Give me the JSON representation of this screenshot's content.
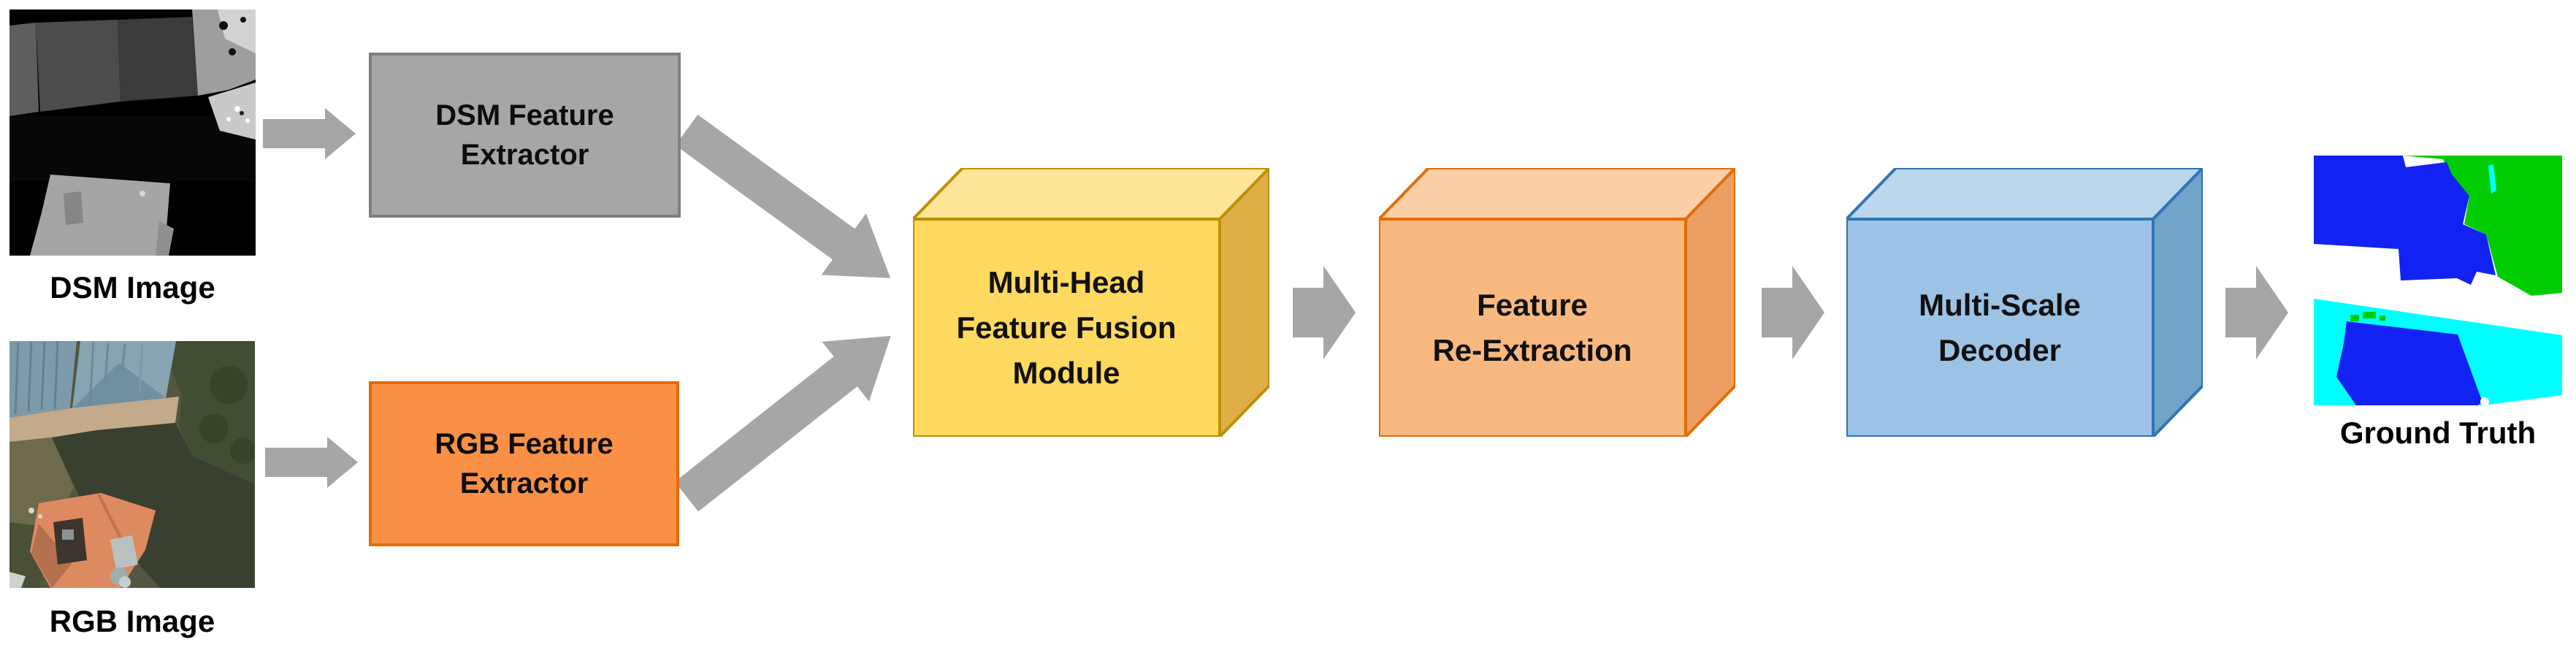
{
  "figure": {
    "type": "model-architecture-pipeline",
    "inputs": {
      "dsm": {
        "caption": "DSM Image"
      },
      "rgb": {
        "caption": "RGB Image"
      }
    },
    "extractors": {
      "dsm": {
        "line1": "DSM Feature",
        "line2": "Extractor"
      },
      "rgb": {
        "line1": "RGB Feature",
        "line2": "Extractor"
      }
    },
    "modules": {
      "fusion": {
        "line1": "Multi-Head",
        "line2": "Feature Fusion",
        "line3": "Module"
      },
      "reextraction": {
        "line1": "Feature",
        "line2": "Re-Extraction"
      },
      "decoder": {
        "line1": "Multi-Scale",
        "line2": "Decoder"
      }
    },
    "output": {
      "caption": "Ground Truth"
    }
  },
  "colors": {
    "arrow": "#A6A6A6",
    "dsm_box_fill": "#A6A6A6",
    "dsm_box_border": "#7F7F7F",
    "rgb_box_fill": "#F99046",
    "rgb_box_border": "#E36C0A",
    "fusion_front": "#FFD960",
    "fusion_top": "#FFE59A",
    "fusion_side": "#DDAF46",
    "fusion_border": "#BF9000",
    "reextraction_front": "#F9B87F",
    "reextraction_top": "#FBD0A6",
    "reextraction_side": "#EC9F63",
    "reextraction_border": "#E36C0A",
    "decoder_front": "#9CC3E5",
    "decoder_top": "#BCD6ED",
    "decoder_side": "#72A3C8",
    "decoder_border": "#2E75B6",
    "gt_building_blue": "#1222F2",
    "gt_vegetation_green": "#00CC00",
    "gt_lowveg_cyan": "#00FFFF",
    "gt_road_white": "#FFFFFF"
  }
}
